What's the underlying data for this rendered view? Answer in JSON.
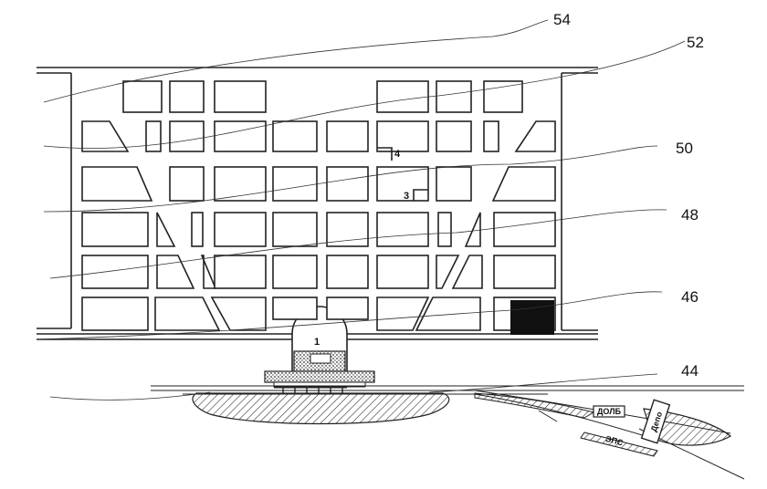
{
  "reference_numerals": [
    "54",
    "52",
    "50",
    "48",
    "46",
    "44"
  ],
  "plan_marks": {
    "station": "1",
    "mark_3": "3",
    "mark_4": "4"
  },
  "yard_labels": {
    "depot": "Депо",
    "building": "ДОЛБ",
    "track": "ЭПС"
  },
  "colors": {
    "line": "#222222",
    "hatch": "#333333",
    "fill_dark": "#111111",
    "background": "#ffffff"
  }
}
